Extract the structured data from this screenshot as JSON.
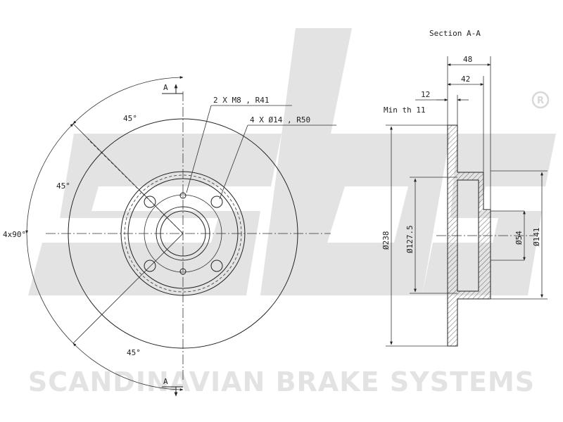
{
  "watermark": {
    "logo_text": "sbs",
    "tagline": "SCANDINAVIAN BRAKE SYSTEMS",
    "registered_mark": "R",
    "color": "#e3e3e3"
  },
  "front_view": {
    "section_marker_top": "A",
    "section_marker_bottom": "A",
    "angle_top": "45°",
    "angle_left": "45°",
    "angle_bottom": "45°",
    "bolt_pattern": "4x90°",
    "thread_callout": "2 X M8 , R41",
    "hole_callout": "4 X Ø14 , R50"
  },
  "section_view": {
    "title": "Section A-A",
    "dim_overall_height": "48",
    "dim_hat_height": "42",
    "dim_thickness": "12",
    "min_thickness": "Min th 11",
    "dim_outer_diameter": "Ø238",
    "dim_hat_diameter": "Ø127.5",
    "dim_center_bore": "Ø54",
    "dim_hub_diameter": "Ø141"
  }
}
